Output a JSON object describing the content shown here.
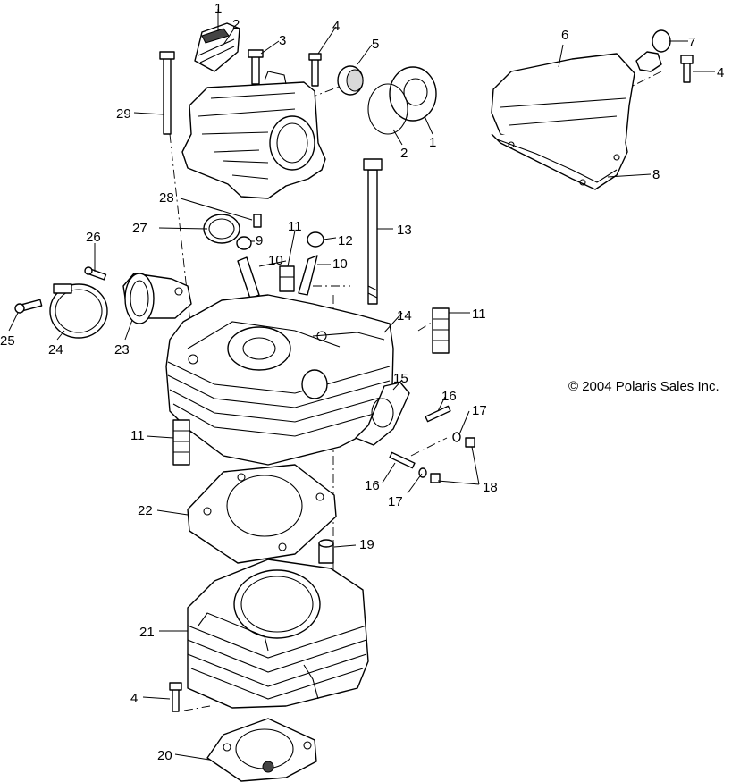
{
  "copyright": "© 2004 Polaris Sales Inc.",
  "callouts": [
    "1",
    "2",
    "3",
    "4",
    "5",
    "1",
    "2",
    "29",
    "6",
    "7",
    "4",
    "8",
    "28",
    "27",
    "9",
    "11",
    "12",
    "10",
    "10",
    "13",
    "26",
    "25",
    "24",
    "23",
    "14",
    "11",
    "15",
    "16",
    "17",
    "11",
    "16",
    "17",
    "18",
    "22",
    "19",
    "21",
    "4",
    "20"
  ]
}
